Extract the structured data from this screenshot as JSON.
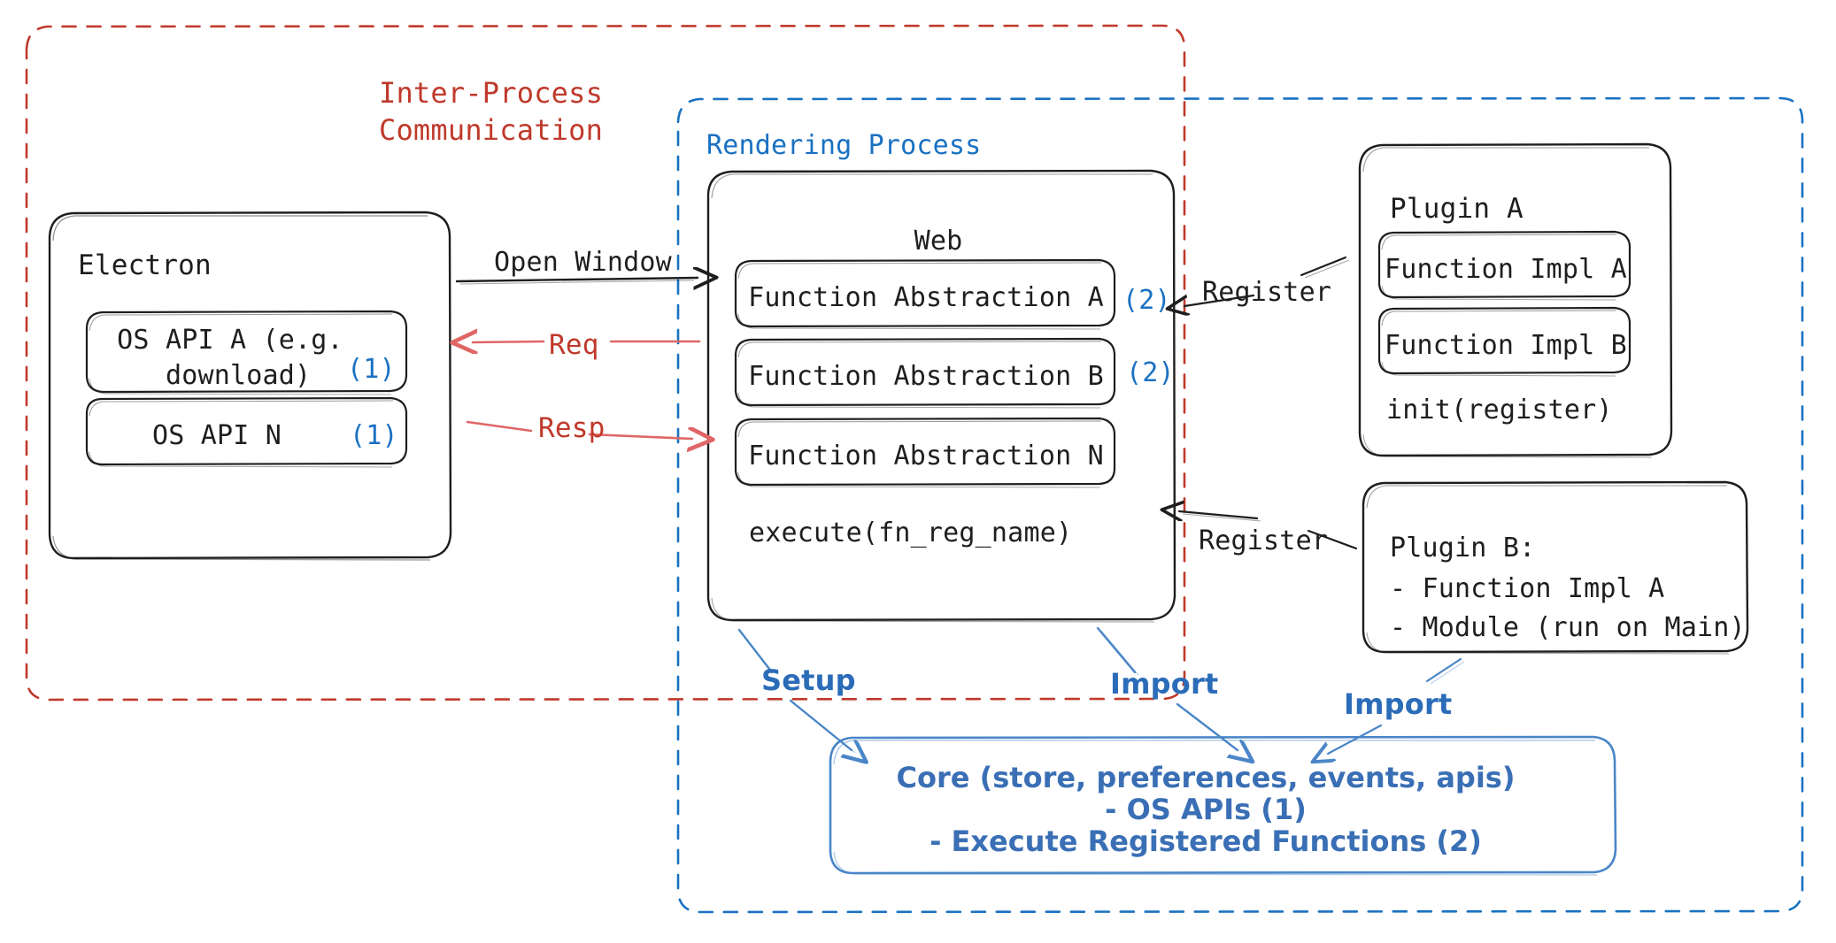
{
  "diagram": {
    "title_hidden": "",
    "containers": {
      "ipc": {
        "label": "Inter-Process\nCommunication",
        "color": "#c0392b",
        "style": "dashed"
      },
      "rendering": {
        "label": "Rendering Process",
        "color": "#1971c2",
        "style": "dashed"
      }
    },
    "electron": {
      "title": "Electron",
      "apis": [
        {
          "label": "OS API A (e.g.\n download)",
          "marker": "(1)"
        },
        {
          "label": "OS API N",
          "marker": "(1)"
        }
      ]
    },
    "web": {
      "title": "Web",
      "functions": [
        {
          "label": "Function Abstraction A",
          "marker": "(2)"
        },
        {
          "label": "Function Abstraction B",
          "marker": "(2)"
        },
        {
          "label": "Function Abstraction N",
          "marker": ""
        }
      ],
      "execute": "execute(fn_reg_name)"
    },
    "plugin_a": {
      "title": "Plugin A",
      "impls": [
        "Function Impl A",
        "Function Impl B"
      ],
      "init": "init(register)"
    },
    "plugin_b": {
      "title": "Plugin B:",
      "lines": [
        "- Function Impl A",
        "- Module (run on Main)"
      ]
    },
    "core": {
      "line1": "Core (store, preferences, events, apis)",
      "line2": "- OS APIs (1)",
      "line3": "- Execute Registered Functions (2)"
    },
    "edges": {
      "open_window": "Open Window",
      "req": "Req",
      "resp": "Resp",
      "register_a": "Register",
      "register_b": "Register",
      "setup": "Setup",
      "import_left": "Import",
      "import_right": "Import"
    },
    "colors": {
      "ink": "#1e1e1e",
      "red": "#c0392b",
      "red_arrow": "#e06666",
      "blue": "#1971c2",
      "blue_soft": "#4a86c8",
      "core_blue": "#3a6fb5"
    }
  }
}
